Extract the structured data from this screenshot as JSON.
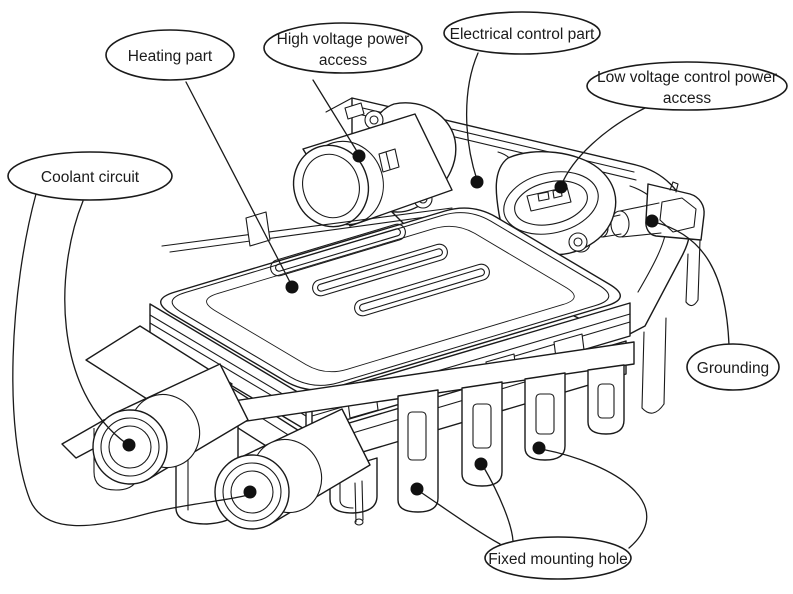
{
  "figure": {
    "type": "technical-line-diagram",
    "colors": {
      "background": "#ffffff",
      "line": "#1a1a1a",
      "text": "#1b1b1b"
    },
    "callouts": [
      {
        "id": "heating-part",
        "lines": [
          "Heating part"
        ]
      },
      {
        "id": "high-voltage-power-access",
        "lines": [
          "High voltage power",
          "access"
        ]
      },
      {
        "id": "electrical-control-part",
        "lines": [
          "Electrical control part"
        ]
      },
      {
        "id": "low-voltage-control-power-access",
        "lines": [
          "Low voltage control power",
          "access"
        ]
      },
      {
        "id": "coolant-circuit",
        "lines": [
          "Coolant circuit"
        ]
      },
      {
        "id": "grounding",
        "lines": [
          "Grounding"
        ]
      },
      {
        "id": "fixed-mounting-hole",
        "lines": [
          "Fixed mounting hole"
        ]
      }
    ]
  }
}
